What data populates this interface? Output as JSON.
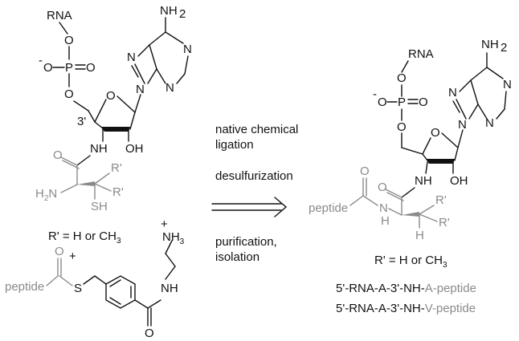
{
  "reaction_steps": {
    "step1_line1": "native chemical",
    "step1_line2": "ligation",
    "step2": "desulfurization",
    "step3_line1": "purification,",
    "step3_line2": "isolation"
  },
  "left": {
    "rna_label": "RNA",
    "o_top": "O",
    "phosphate_minus": "-",
    "phosphate_o": "O",
    "phosphate_p": "P",
    "phosphate_eq_o": "O",
    "o_bridge": "O",
    "ribose_o": "O",
    "amine": "NH",
    "amine_sub": "2",
    "adenine_n7": "N",
    "adenine_n9": "N",
    "adenine_n1": "N",
    "adenine_n3": "N",
    "label_3prime": "3'",
    "nh": "NH",
    "oh": "OH",
    "carbonyl_o": "O",
    "h2n": "H",
    "h2n_sub": "2",
    "h2n_n": "N",
    "r1": "R'",
    "r2": "R'",
    "sh": "SH",
    "r_def_prefix": "R' = H or CH",
    "r_def_sub": "3",
    "plus": "+"
  },
  "thioester": {
    "peptide": "peptide",
    "carbonyl_o": "O",
    "s": "S",
    "nh3": "NH",
    "nh3_sub": "3",
    "nh3_plus": "+",
    "nh": "NH",
    "amide_o": "O"
  },
  "product": {
    "rna_label": "RNA",
    "o_top": "O",
    "phosphate_minus": "-",
    "phosphate_o": "O",
    "phosphate_p": "P",
    "phosphate_eq_o": "O",
    "o_bridge": "O",
    "ribose_o": "O",
    "amine": "NH",
    "amine_sub": "2",
    "adenine_n7": "N",
    "adenine_n9": "N",
    "adenine_n1": "N",
    "adenine_n3": "N",
    "nh": "NH",
    "oh": "OH",
    "carbonyl_o": "O",
    "peptide": "peptide",
    "n": "N",
    "nh_h": "H",
    "r1": "R'",
    "r2": "R'",
    "h": "H",
    "r_def_prefix": "R' = H or CH",
    "r_def_sub": "3",
    "seq1_prefix": "5'-RNA-A-3'-NH-",
    "seq1_suffix": "A-peptide",
    "seq2_prefix": "5'-RNA-A-3'-NH-",
    "seq2_suffix": "V-peptide"
  }
}
